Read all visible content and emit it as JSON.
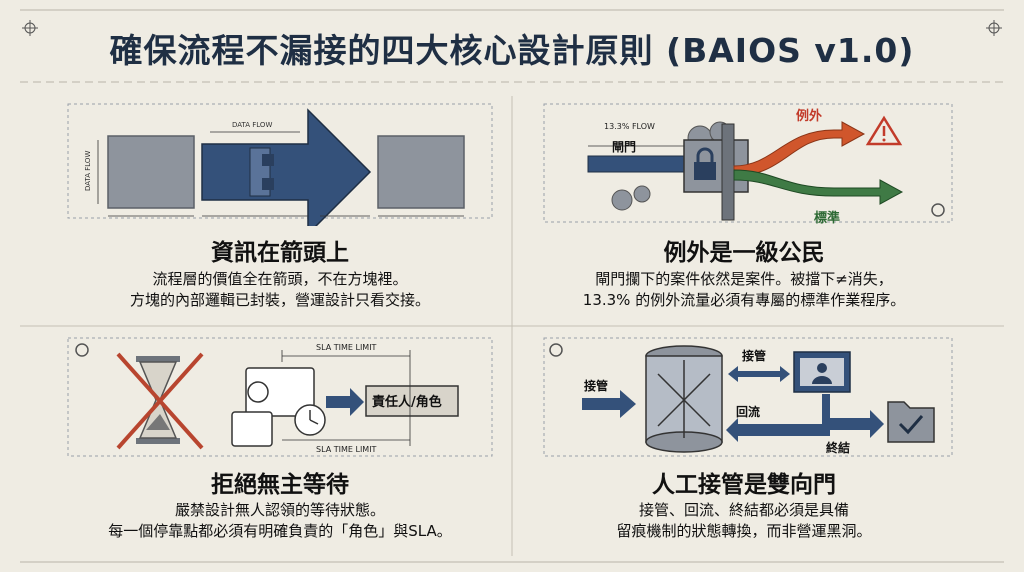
{
  "title": "確保流程不漏接的四大核心設計原則 (BAIOS v1.0)",
  "panels": {
    "info": {
      "title": "資訊在箭頭上",
      "desc": [
        "流程層的價值全在箭頭，不在方塊裡。",
        "方塊的內部邏輯已封裝，營運設計只看交接。"
      ],
      "data_flow_top": "DATA FLOW",
      "data_flow_side": "DATA FLOW"
    },
    "exception": {
      "title": "例外是一級公民",
      "desc": [
        "閘門攔下的案件依然是案件。被擋下≠消失，",
        "13.3% 的例外流量必須有專屬的標準作業程序。"
      ],
      "flow_label": "13.3% FLOW",
      "gate_label": "閘門",
      "exception_label": "例外",
      "standard_label": "標準"
    },
    "wait": {
      "title": "拒絕無主等待",
      "desc": [
        "嚴禁設計無人認領的等待狀態。",
        "每一個停靠點都必須有明確負責的「角色」與SLA。"
      ],
      "sla_top": "SLA TIME LIMIT",
      "sla_bottom": "SLA TIME LIMIT",
      "role_box": "責任人/角色"
    },
    "takeover": {
      "title": "人工接管是雙向門",
      "desc": [
        "接管、回流、終結都必須是具備",
        "留痕機制的狀態轉換，而非營運黑洞。"
      ],
      "in_label": "接管",
      "takeover_label": "接管",
      "return_label": "回流",
      "end_label": "終結"
    }
  },
  "colors": {
    "navy": "#34517a",
    "gray_box": "#8e949d",
    "orange": "#d0562c",
    "green": "#3f7a45",
    "cross_red": "#b8452f"
  }
}
